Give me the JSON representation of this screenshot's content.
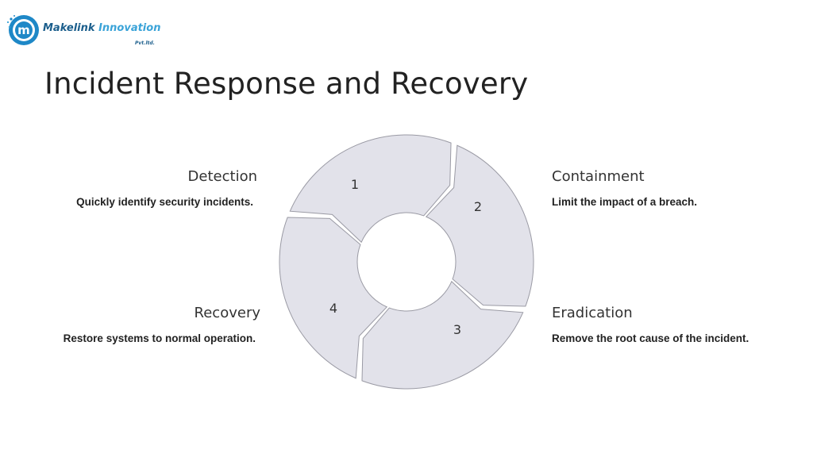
{
  "logo": {
    "icon_letter": "m",
    "brand_part1": "Makelink",
    "brand_part2": "Innovation",
    "sub": "Pvt.ltd.",
    "colors": {
      "primary": "#1e88c7",
      "secondary": "#3aa3d8",
      "text_dark": "#1b5e8c"
    }
  },
  "title": "Incident Response and Recovery",
  "cycle": {
    "segment_fill": "#e2e2ea",
    "segment_stroke": "#9a9aa4",
    "steps": [
      {
        "number": "1",
        "title": "Detection",
        "description": "Quickly identify security incidents."
      },
      {
        "number": "2",
        "title": "Containment",
        "description": "Limit the impact of a breach."
      },
      {
        "number": "3",
        "title": "Eradication",
        "description": "Remove the root cause of the incident."
      },
      {
        "number": "4",
        "title": "Recovery",
        "description": "Restore systems to normal operation."
      }
    ]
  }
}
